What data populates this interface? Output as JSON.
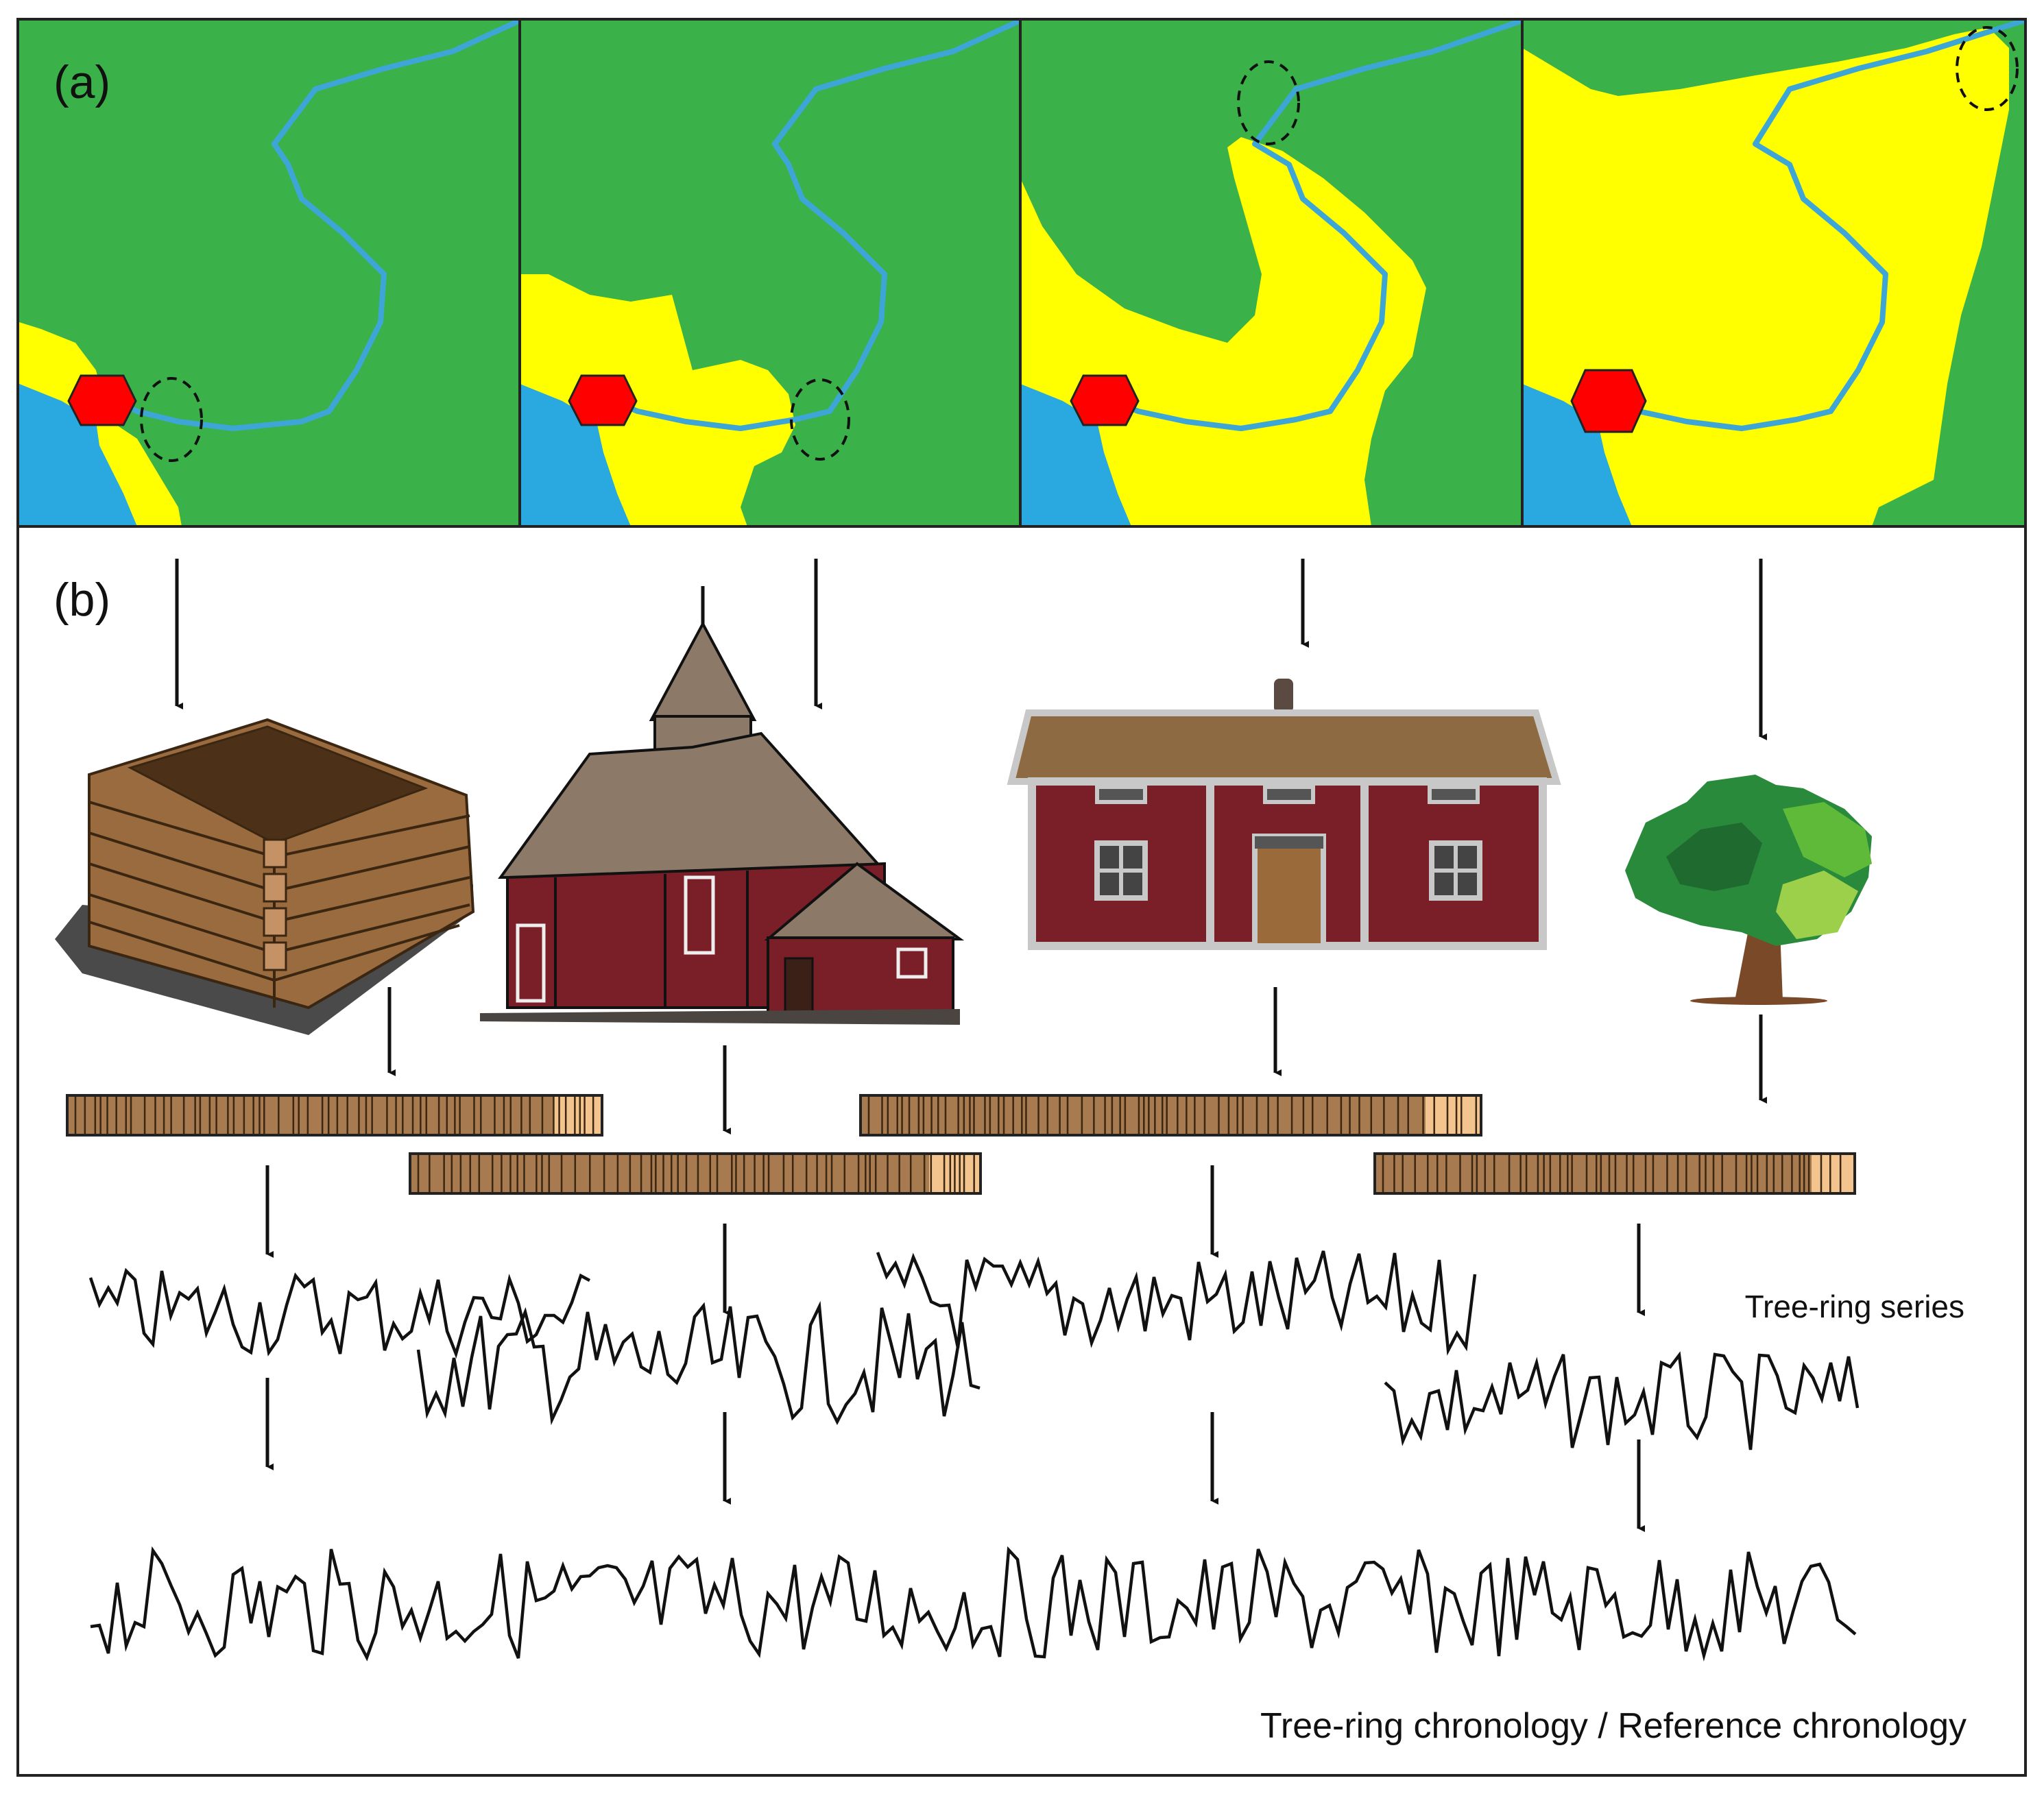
{
  "panel_a": {
    "label": "(a)",
    "colors": {
      "forest": "#3bb14a",
      "cleared": "#ffff00",
      "water": "#29a9e0",
      "road": "#3ea6d6",
      "settlement": "#ff0000",
      "circle": "#111111"
    }
  },
  "panel_b": {
    "label": "(b)",
    "objects": [
      "log-well-icon",
      "wooden-church-icon",
      "red-farmhouse-icon",
      "oak-tree-icon"
    ],
    "colors": {
      "wood": "#a87a4f",
      "sapwood": "#f3c48e",
      "barn_red": "#7a1f27",
      "roof_brown": "#8e6a42",
      "church_roof": "#8c7968",
      "tree_green": "#2a8a3c"
    }
  },
  "labels": {
    "series": "Tree-ring series",
    "chronology": "Tree-ring chronology / Reference chronology"
  }
}
